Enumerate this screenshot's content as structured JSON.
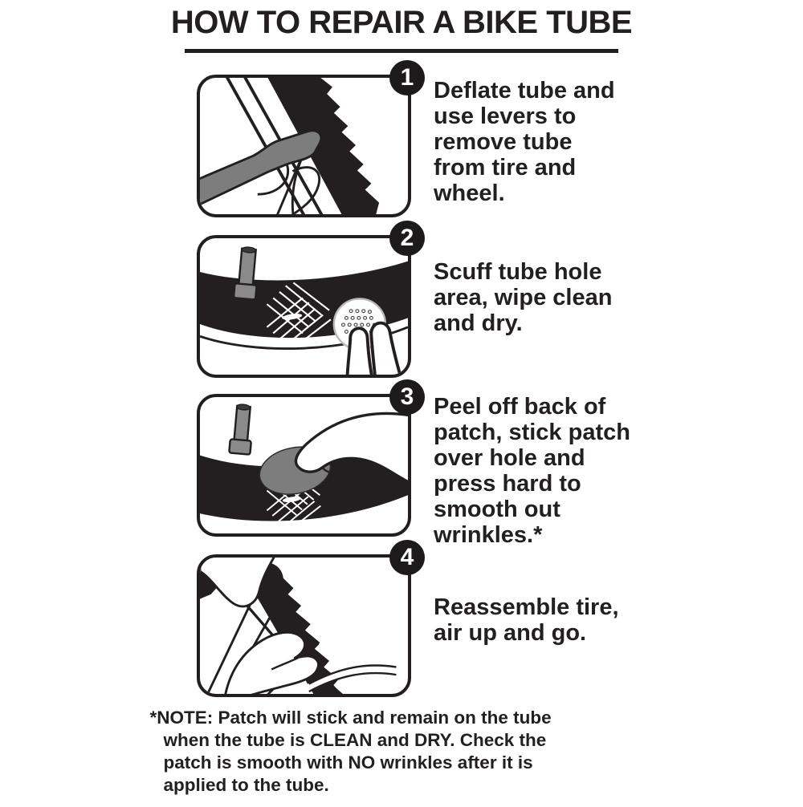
{
  "title": "HOW TO REPAIR A BIKE TUBE",
  "steps": [
    {
      "number": "1",
      "illustration": "tire-lever-removing-tube-from-wheel",
      "text": "Deflate tube and\nuse levers to\nremove tube\nfrom tire and\nwheel."
    },
    {
      "number": "2",
      "illustration": "fingers-scuffing-tube-hole-with-sanding-disc",
      "text": "Scuff tube hole\narea, wipe clean\nand dry."
    },
    {
      "number": "3",
      "illustration": "hand-pressing-patch-over-hole",
      "text": "Peel off back of\npatch, stick patch\nover hole and\npress hard to\nsmooth out\nwrinkles.*"
    },
    {
      "number": "4",
      "illustration": "hands-reassembling-tire-on-wheel",
      "text": "Reassemble tire,\nair up and go."
    }
  ],
  "note": "*NOTE: Patch will stick and remain on the tube\nwhen the tube is CLEAN and DRY. Check the\npatch is smooth with NO wrinkles after it is\napplied to the tube.",
  "colors": {
    "ink": "#231f20",
    "tool_gray": "#7d7d7d",
    "valve_gray": "#8a8a8a",
    "badge_bg": "#1d1a1b",
    "badge_text": "#ffffff"
  }
}
